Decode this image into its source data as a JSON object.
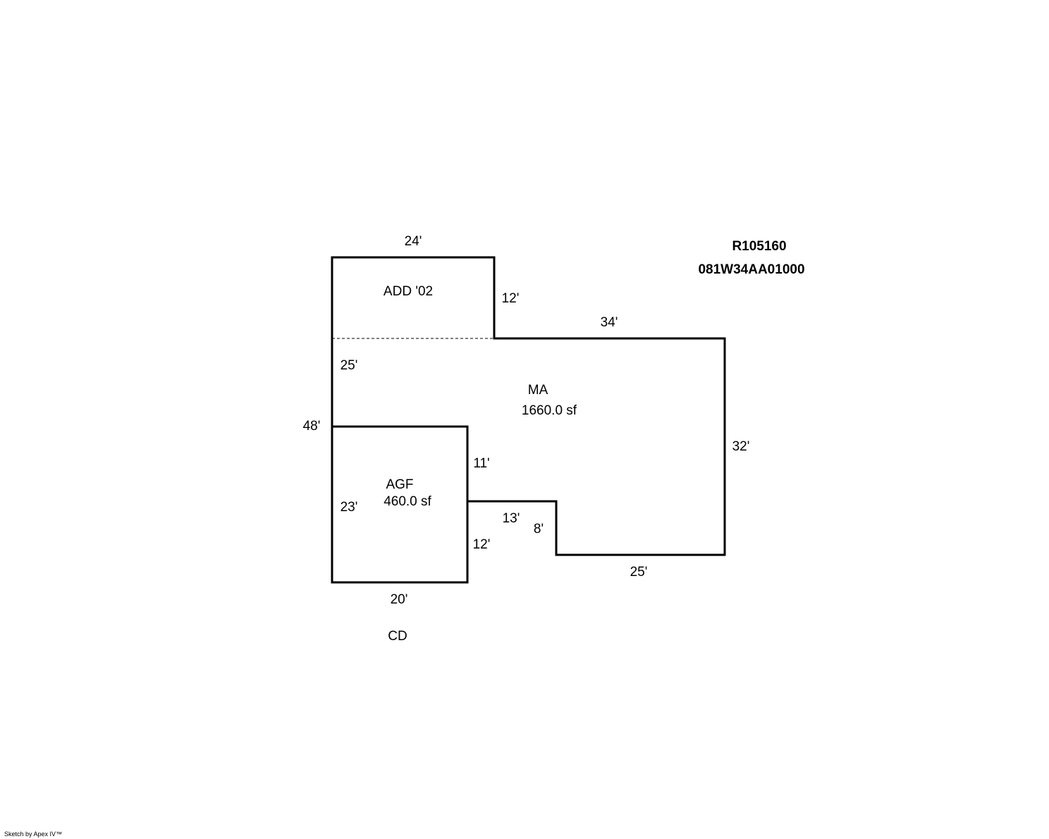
{
  "parcel": {
    "account": "R105160",
    "map_number": "081W34AA01000"
  },
  "areas": {
    "addition": {
      "code": "ADD '02"
    },
    "main": {
      "code": "MA",
      "area": "1660.0 sf"
    },
    "garage": {
      "code": "AGF",
      "area": "460.0 sf"
    },
    "deck": {
      "code": "CD"
    }
  },
  "dimensions": {
    "add_top": "24'",
    "add_right": "12'",
    "main_top": "34'",
    "main_left_upper": "25'",
    "overall_left": "48'",
    "main_right": "32'",
    "garage_right_upper": "11'",
    "notch_top": "13'",
    "notch_side": "8'",
    "garage_right_lower": "12'",
    "garage_left": "23'",
    "main_bottom": "25'",
    "garage_bottom": "20'"
  },
  "footer": {
    "credit": "Sketch by Apex IV™"
  }
}
